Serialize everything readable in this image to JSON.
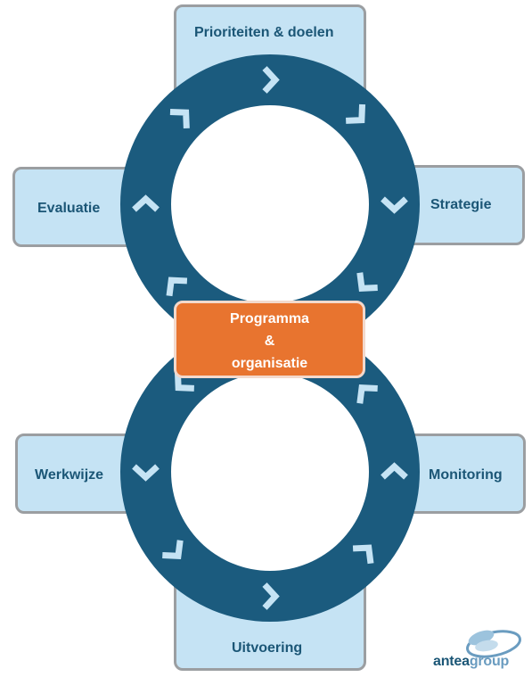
{
  "boxes": {
    "top": "Prioriteiten & doelen",
    "left_upper": "Evaluatie",
    "right_upper": "Strategie",
    "left_lower": "Werkwijze",
    "right_lower": "Monitoring",
    "bottom": "Uitvoering"
  },
  "center": {
    "line1": "Programma",
    "line2": "&",
    "line3": "organisatie"
  },
  "logo": {
    "part1": "antea",
    "part2": "group"
  },
  "colors": {
    "ring": "#1b5b7e",
    "box_fill": "#c5e3f4",
    "box_border": "#9b9ea1",
    "box_text": "#1b5676",
    "center_fill": "#e8742f",
    "chevron": "#c5e3f4"
  }
}
